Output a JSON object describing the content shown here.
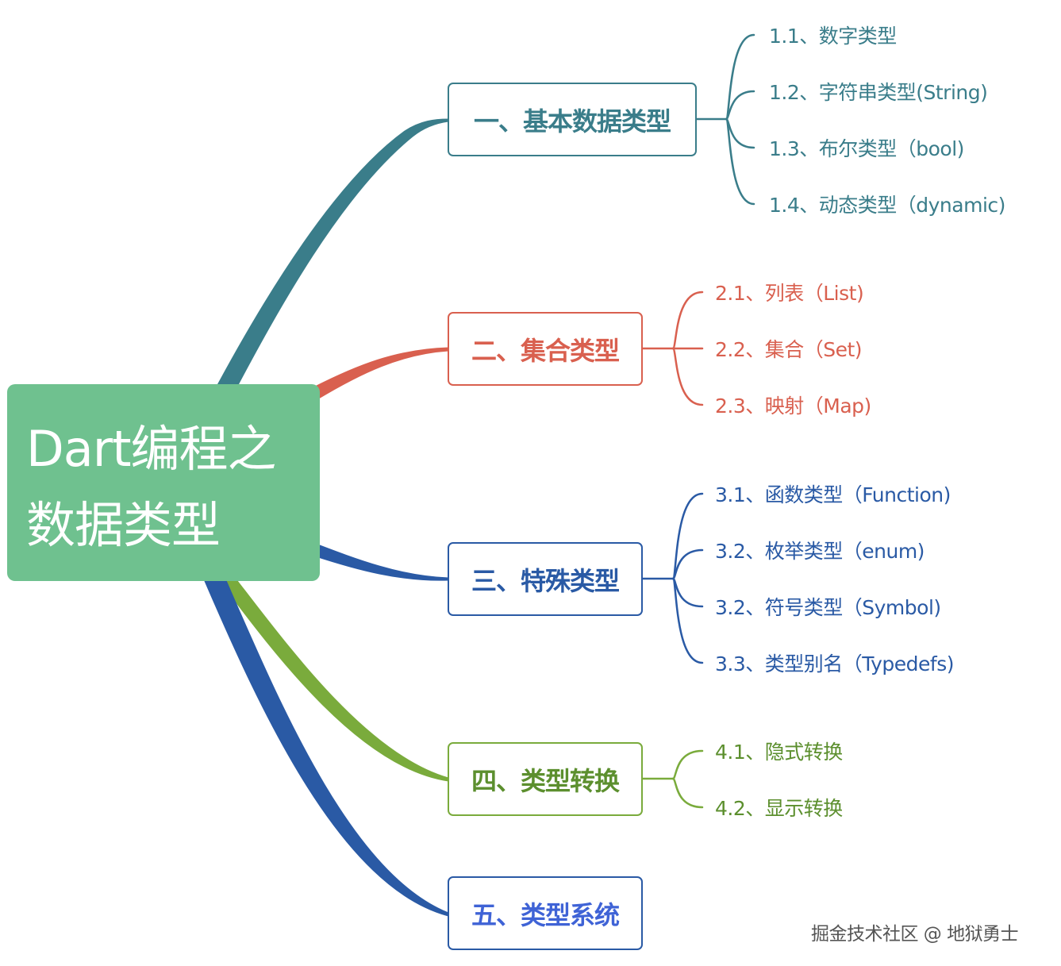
{
  "root": {
    "lines": [
      "Dart编程之",
      "数据类型"
    ]
  },
  "branches": [
    {
      "label": "一、基本数据类型",
      "color": "#3a7d8a",
      "children": [
        "1.1、数字类型",
        "1.2、字符串类型(String)",
        "1.3、布尔类型（bool)",
        "1.4、动态类型（dynamic)"
      ]
    },
    {
      "label": "二、集合类型",
      "color": "#d9604f",
      "children": [
        "2.1、列表（List)",
        "2.2、集合（Set)",
        "2.3、映射（Map)"
      ]
    },
    {
      "label": "三、特殊类型",
      "color": "#2a5aa5",
      "children": [
        "3.1、函数类型（Function)",
        "3.2、枚举类型（enum)",
        "3.2、符号类型（Symbol)",
        "3.3、类型别名（Typedefs)"
      ]
    },
    {
      "label": "四、类型转换",
      "color": "#7aab3c",
      "children": [
        "4.1、隐式转换",
        "4.2、显示转换"
      ]
    },
    {
      "label": "五、类型系统",
      "color": "#2a5aa5",
      "children": []
    }
  ],
  "colors": {
    "root_fill": "#6fc18f",
    "branch_1": "#3a7d8a",
    "branch_2": "#d9604f",
    "branch_3": "#2a5aa5",
    "branch_4": "#7aab3c",
    "branch_5": "#2a5aa5",
    "branch_5_text": "#3f63d6"
  },
  "watermark": "掘金技术社区 @ 地狱勇士"
}
